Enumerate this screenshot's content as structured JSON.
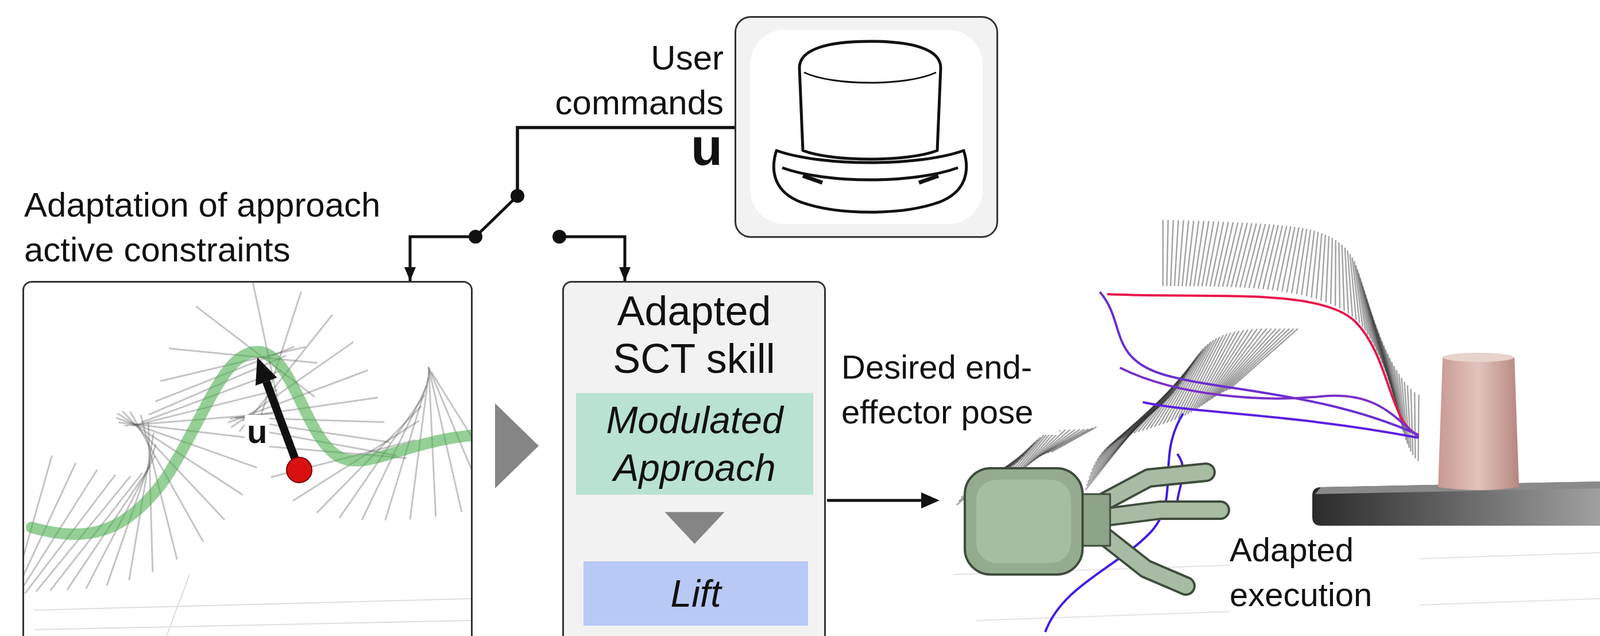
{
  "diagram": {
    "nodes": [
      {
        "text": [
          "User commands",
          "u"
        ]
      },
      {
        "text": [
          "Adaptation of approach active constraints"
        ]
      },
      {
        "text": [
          "Adapted SCT skill"
        ]
      },
      {
        "text": [
          "Modulated Approach"
        ],
        "in": 2
      },
      {
        "text": [
          "Lift"
        ],
        "in": 2
      }
    ],
    "edges": [
      {
        "from": 0,
        "to": 1,
        "arrow": "to"
      },
      {
        "from": 0,
        "to": 2,
        "arrow": "to"
      },
      {
        "from": 1,
        "to": 2,
        "arrow": "to"
      },
      {
        "from": 3,
        "to": 4,
        "arrow": "to"
      }
    ],
    "labels": [
      "u",
      "Desired end-effector pose",
      "Adapted execution"
    ]
  }
}
